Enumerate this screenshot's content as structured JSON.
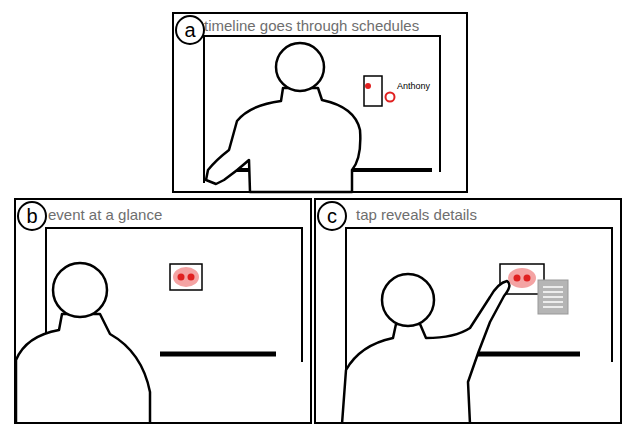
{
  "diagram": {
    "nodes": [
      {
        "text": [
          "timeline goes through schedules"
        ]
      },
      {
        "text": [
          "a"
        ],
        "in": 0
      },
      {
        "text": [
          "event at a glance"
        ]
      },
      {
        "text": [
          "b"
        ],
        "in": 2
      },
      {
        "text": [
          "tap reveals details"
        ]
      },
      {
        "text": [
          "c"
        ],
        "in": 4
      }
    ],
    "labels": [
      "Anthony"
    ]
  }
}
